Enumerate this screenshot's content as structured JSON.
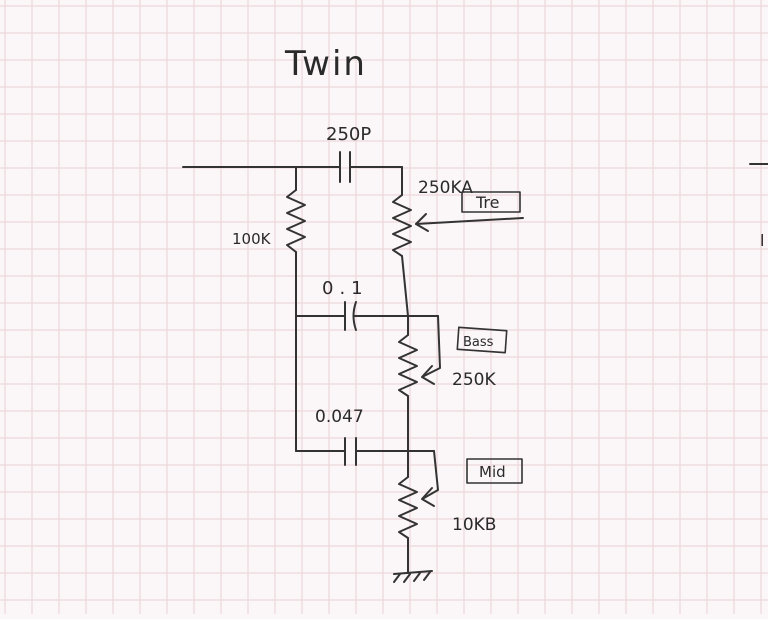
{
  "title": "Twin",
  "labels": {
    "c_top": "250P",
    "r_slope": "100K",
    "pot_treble": "250KA",
    "tag_treble": "Tre",
    "c_mid": "0.1",
    "tag_bass": "Bass",
    "pot_bass": "250K",
    "c_low": "0.047",
    "tag_mid": "Mid",
    "pot_mid": "10KB",
    "edge_glyph": "l"
  },
  "colors": {
    "paper": "#fbf6f7",
    "grid": "#e9d3d6",
    "ink": "#333333"
  }
}
